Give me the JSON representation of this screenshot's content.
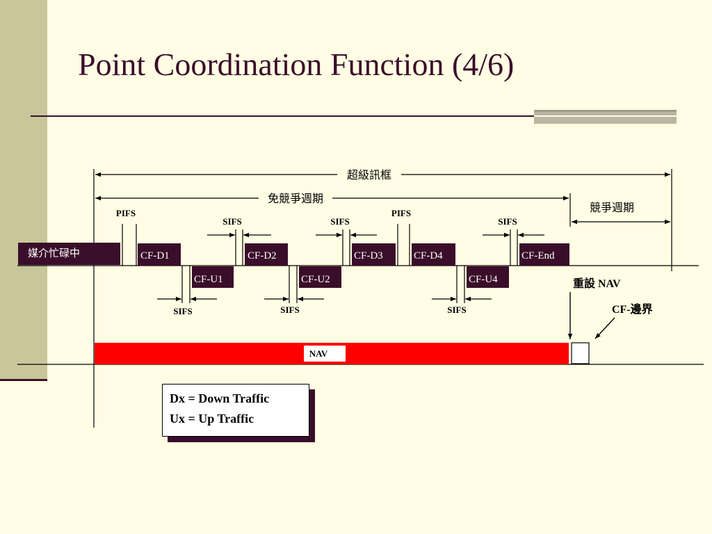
{
  "slide": {
    "title": "Point Coordination Function (4/6)"
  },
  "diagram": {
    "superframe": "超級訊框",
    "cfp": "免競爭週期",
    "cp": "競爭週期",
    "busy": "媒介忙碌中",
    "pifs": "PIFS",
    "sifs": "SIFS",
    "reset_nav": "重設 NAV",
    "cf_boundary": "CF-邊界",
    "nav": "NAV",
    "frames": {
      "d1": "CF-D1",
      "d2": "CF-D2",
      "d3": "CF-D3",
      "d4": "CF-D4",
      "end": "CF-End",
      "u1": "CF-U1",
      "u2": "CF-U2",
      "u4": "CF-U4"
    }
  },
  "legend": {
    "dx": "Dx = Down Traffic",
    "ux": "Ux = Up Traffic"
  },
  "colors": {
    "title": "#3A0E2A",
    "frame_fill": "#3A0E2A",
    "nav_bar": "#FF0000",
    "background": "#FFFDE3"
  }
}
